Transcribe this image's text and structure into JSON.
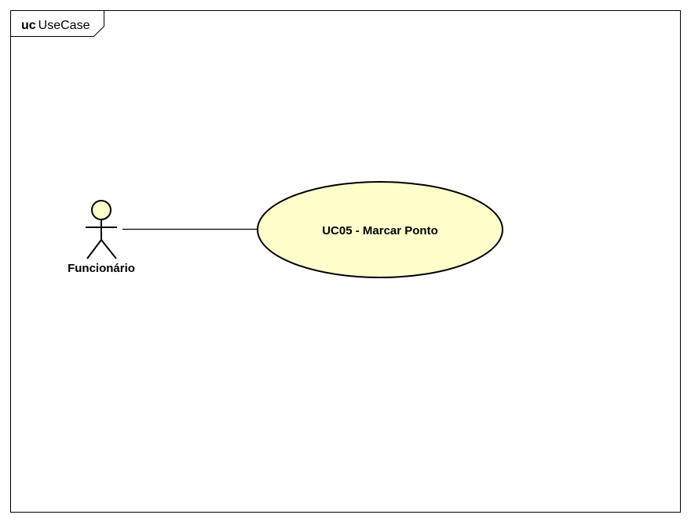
{
  "frame": {
    "keyword": "uc",
    "name": "UseCase"
  },
  "actor": {
    "name": "Funcionário",
    "icon": "stick-figure-actor-icon",
    "fill": "#ffffcc"
  },
  "use_case": {
    "label": "UC05 - Marcar Ponto",
    "fill": "#ffffcc"
  },
  "colors": {
    "stroke": "#000000",
    "background": "#ffffff"
  }
}
